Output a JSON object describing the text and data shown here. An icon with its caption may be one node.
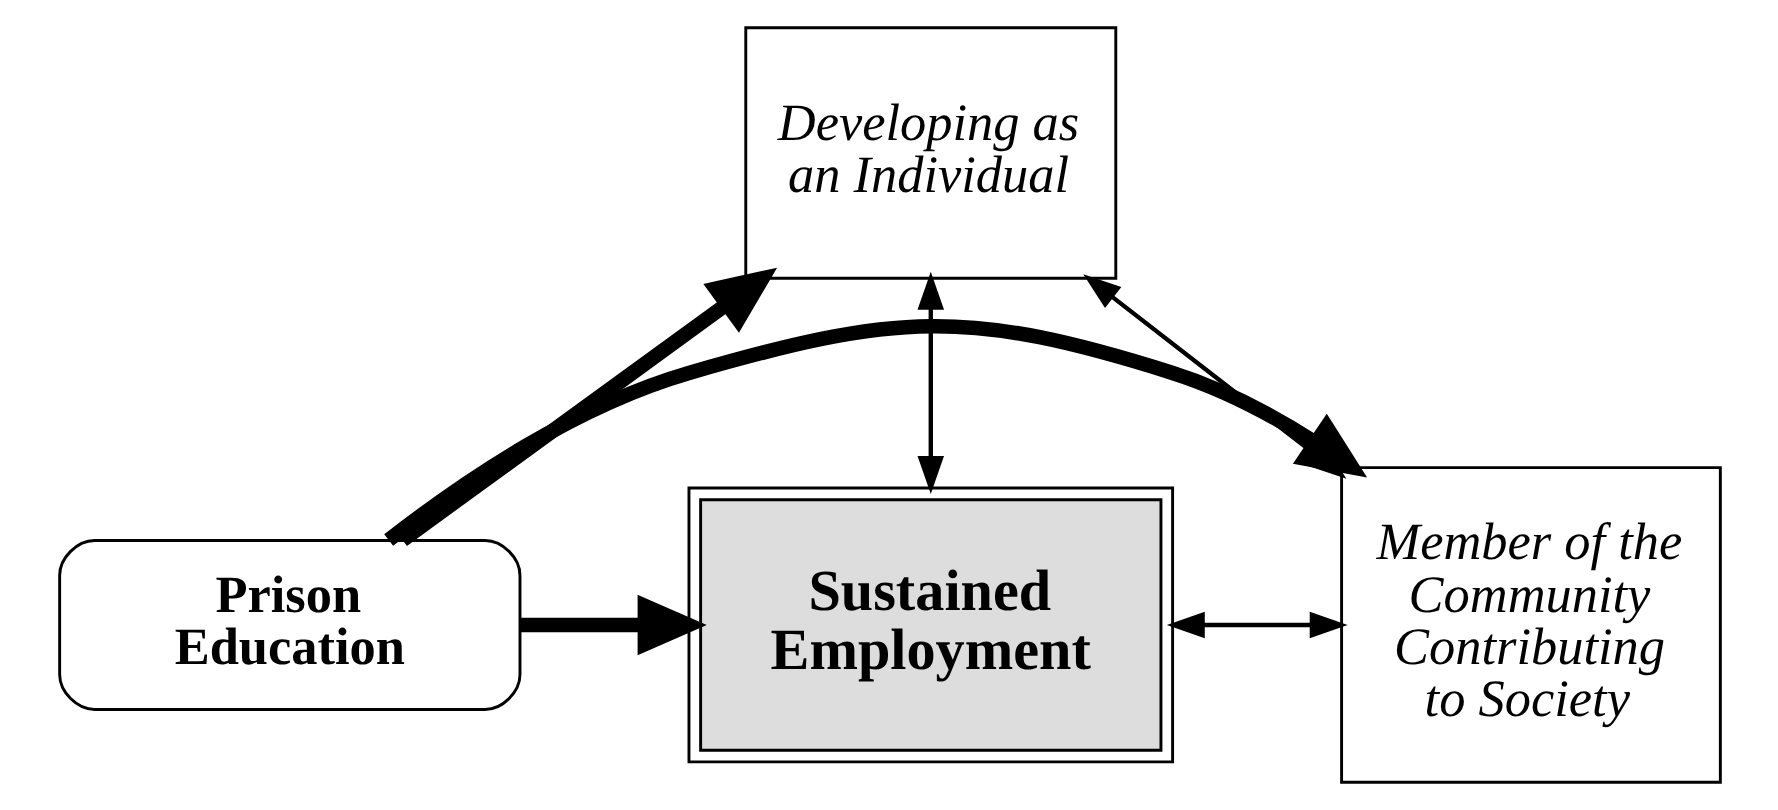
{
  "diagram": {
    "nodes": [
      {
        "text": [
          "Developing as an Individual"
        ]
      },
      {
        "text": [
          "Member of the Community Contributing to Society"
        ]
      },
      {
        "text": [
          "Sustained Employment"
        ]
      },
      {
        "text": [
          "Prison Education"
        ]
      }
    ],
    "edges": [
      {
        "from": 0,
        "to": 1,
        "arrow": "both"
      },
      {
        "from": 0,
        "to": 2,
        "arrow": "both"
      },
      {
        "from": 1,
        "to": 2,
        "arrow": "both"
      },
      {
        "from": 3,
        "to": 0,
        "arrow": "to",
        "style": "thick"
      },
      {
        "from": 3,
        "to": 1,
        "arrow": "to",
        "style": "thick"
      },
      {
        "from": 3,
        "to": 2,
        "arrow": "to",
        "style": "thick"
      }
    ]
  }
}
